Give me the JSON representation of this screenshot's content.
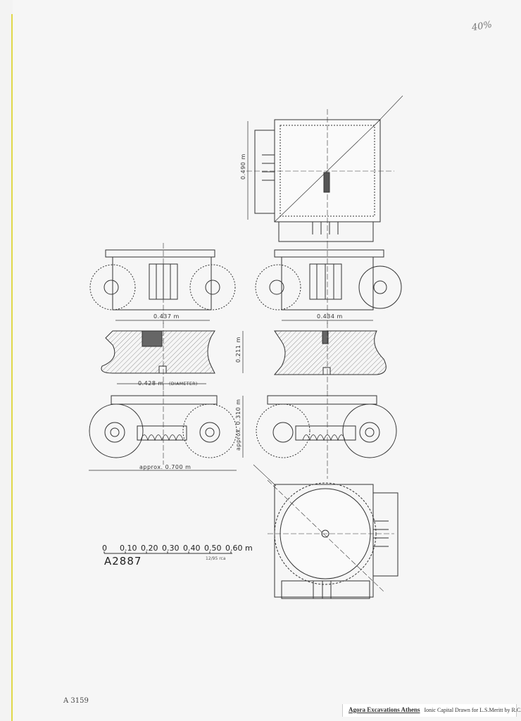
{
  "sheet": {
    "scale_note": "40%",
    "archive_number": "A 3159",
    "object_id": "A2887",
    "drafter_mark": "12/95 rca"
  },
  "scale_bar": {
    "ticks": [
      "0",
      "0.10",
      "0.20",
      "0.30",
      "0.40",
      "0.50",
      "0.60 m"
    ]
  },
  "dimensions": {
    "top_height": "0.490 m",
    "front_left_width": "0.437 m",
    "front_right_width": "0.434 m",
    "section_height": "0.211 m",
    "diameter": "0.428 m",
    "diameter_note": "(DIAMETER)",
    "side_height": "approx. 0.310 m",
    "side_width": "approx. 0.700 m"
  },
  "caption": {
    "title": "Agora Excavations Athens",
    "subtitle": "Ionic Capital Drawn for L.S.Meritt by R.C.Anderson"
  }
}
